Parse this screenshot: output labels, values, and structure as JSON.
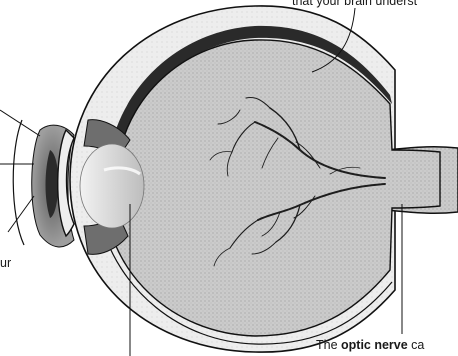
{
  "labels": {
    "top_right_fragment": "that your brain underst",
    "left_fragment": "ur",
    "bottom_prefix": "The ",
    "bottom_bold": "optic nerve",
    "bottom_suffix": " ca"
  },
  "colors": {
    "sclera": "#e8e8e8",
    "vitreous": "#c9c9c9",
    "retina_band": "#2a2a2a",
    "iris": "#8c8c8c",
    "pupil": "#2b2b2b",
    "lens": "#d9d9d9",
    "vessels": "#1e1e1e",
    "outline": "#111111"
  },
  "icons": [
    "eye-cross-section-illustration"
  ]
}
